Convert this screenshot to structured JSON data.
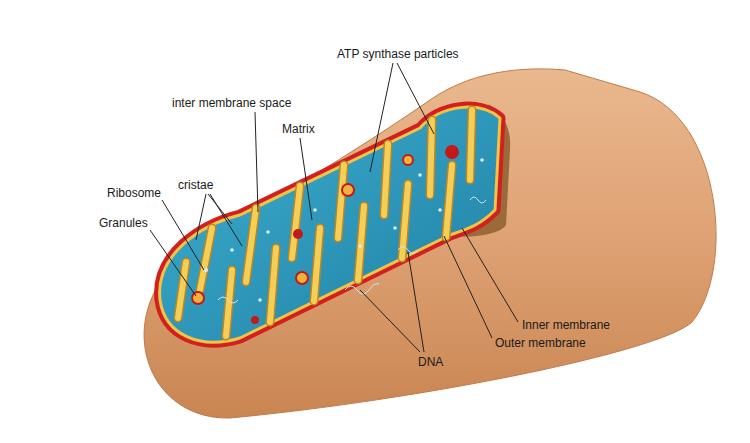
{
  "diagram": {
    "labels": [
      "ATP synthase particles",
      "inter membrane space",
      "Matrix",
      "Ribosome",
      "cristae",
      "Granules",
      "DNA",
      "Inner membrane",
      "Outer membrane"
    ]
  }
}
